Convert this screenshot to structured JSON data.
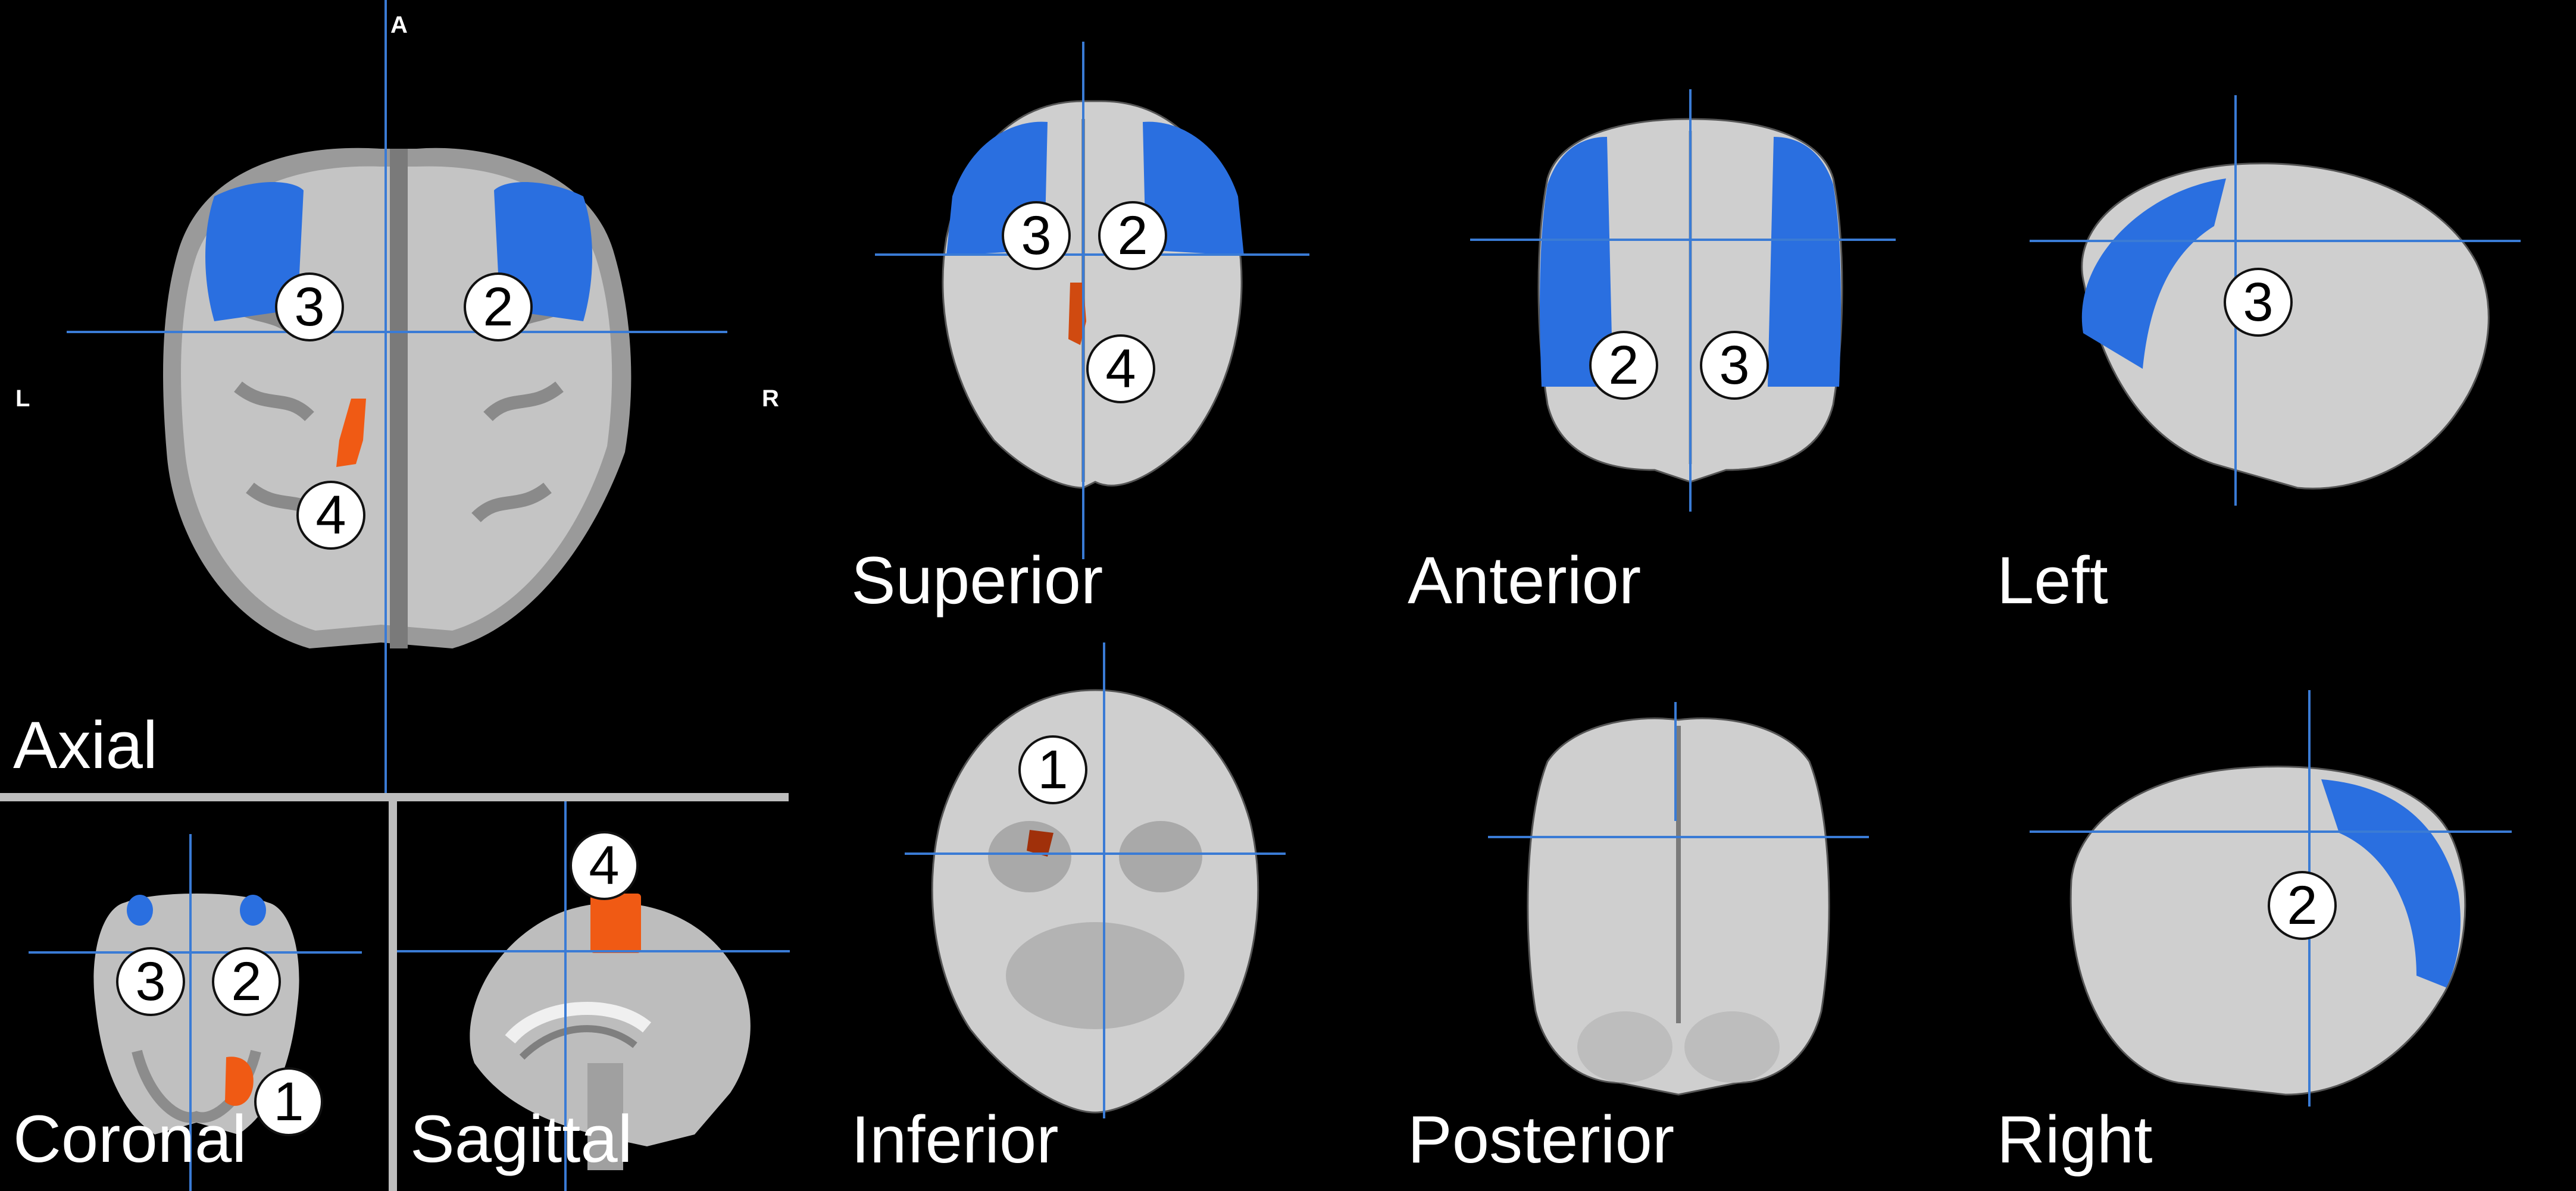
{
  "colors": {
    "background": "#000000",
    "crosshair": "#3a7bd5",
    "cluster_blue": "#2a6fe0",
    "cluster_orange": "#f05a14",
    "brain_gray": "#c8c8c8",
    "divider": "#bdbdbd"
  },
  "slices": {
    "axial": {
      "label": "Axial",
      "orientation": {
        "anterior": "A",
        "left": "L",
        "right": "R"
      },
      "badges": [
        "3",
        "2",
        "4"
      ]
    },
    "coronal": {
      "label": "Coronal",
      "badges": [
        "3",
        "2",
        "1"
      ]
    },
    "sagittal": {
      "label": "Sagittal",
      "badges": [
        "4"
      ]
    }
  },
  "renders": {
    "superior": {
      "label": "Superior",
      "badges": [
        "3",
        "2",
        "4"
      ]
    },
    "anterior": {
      "label": "Anterior",
      "badges": [
        "2",
        "3"
      ]
    },
    "left": {
      "label": "Left",
      "badges": [
        "3"
      ]
    },
    "inferior": {
      "label": "Inferior",
      "badges": [
        "1"
      ]
    },
    "posterior": {
      "label": "Posterior",
      "badges": []
    },
    "right": {
      "label": "Right",
      "badges": [
        "2"
      ]
    }
  }
}
